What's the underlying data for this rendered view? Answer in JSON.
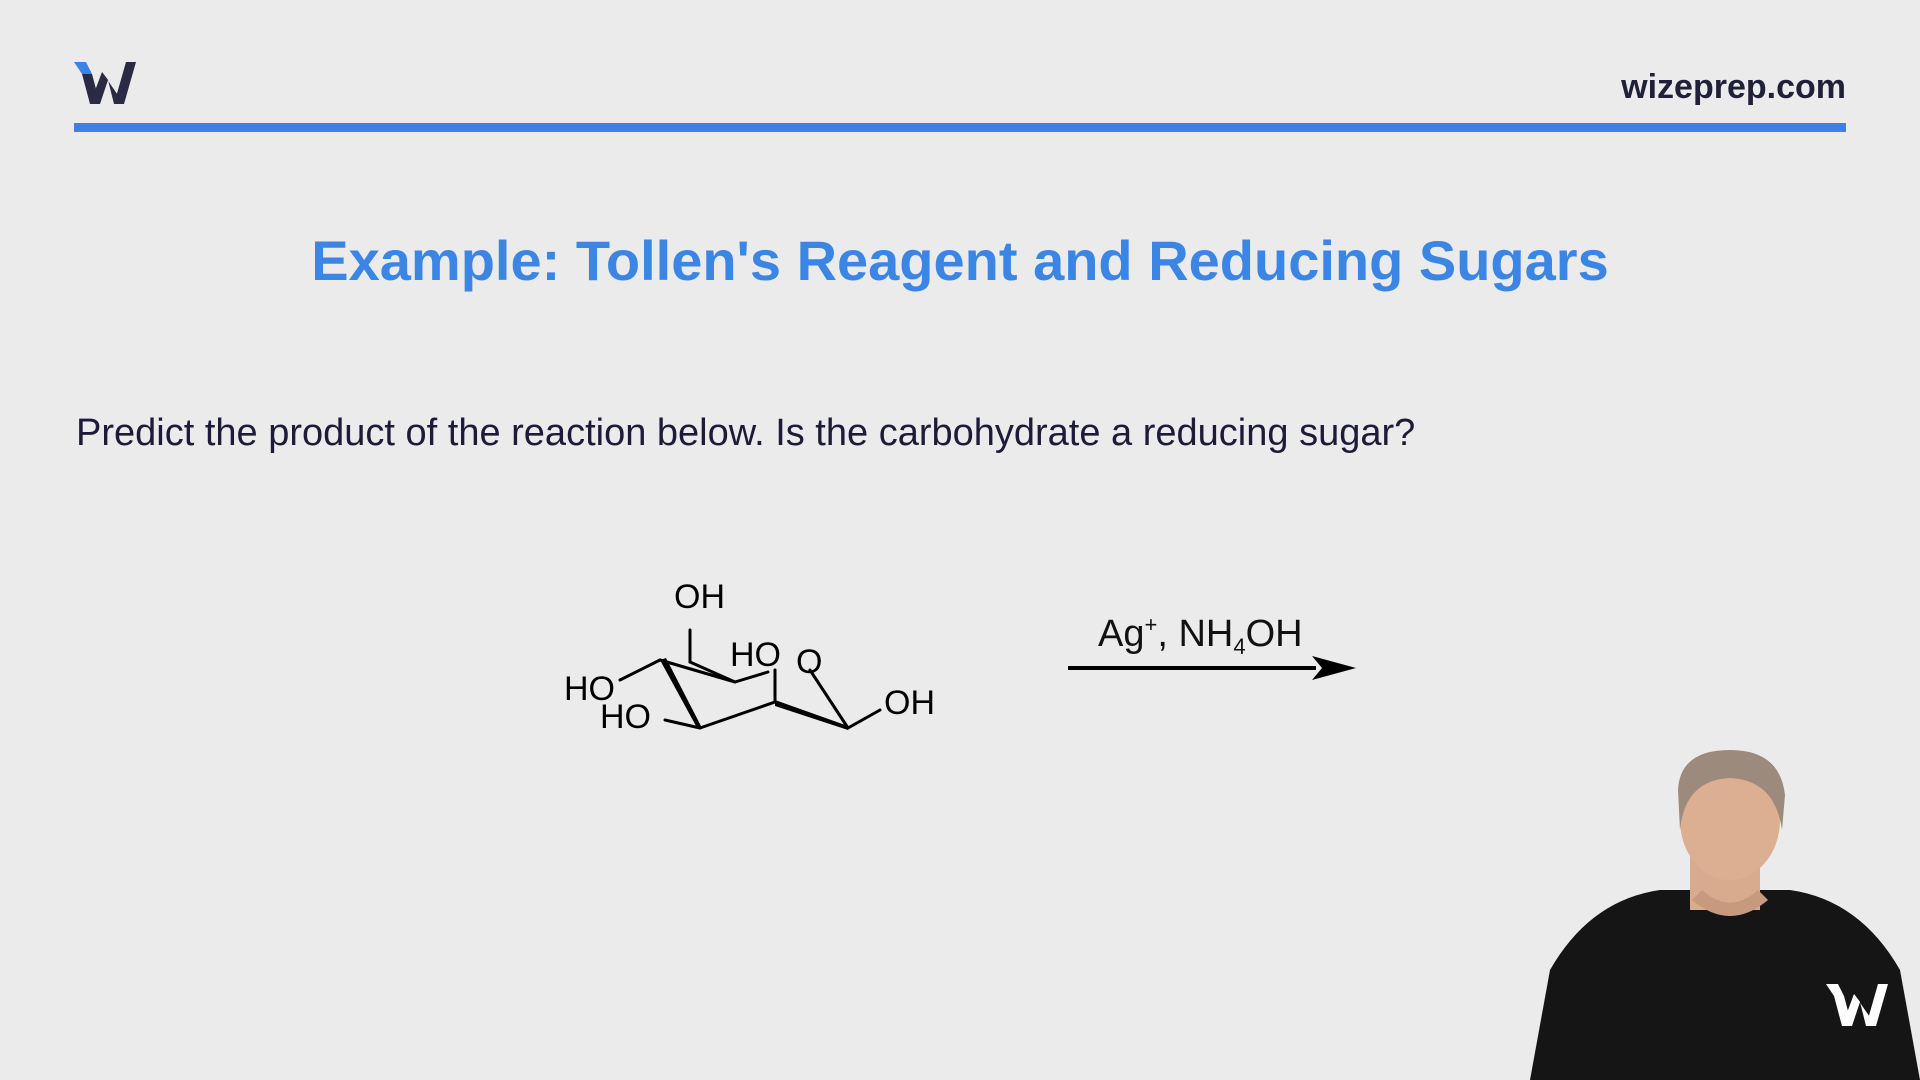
{
  "header": {
    "site_url": "wizeprep.com",
    "logo_icon": "wizeprep-logo-icon",
    "accent_color": "#3b82e6"
  },
  "slide": {
    "title": "Example: Tollen's Reagent and Reducing Sugars",
    "question": "Predict the product of the reaction below. Is the carbohydrate a reducing sugar?"
  },
  "molecule": {
    "labels": [
      "OH",
      "HO",
      "O",
      "HO",
      "HO",
      "OH"
    ]
  },
  "reaction": {
    "reagent_ag": "Ag",
    "reagent_charge": "+",
    "reagent_sep": ", NH",
    "reagent_sub": "4",
    "reagent_tail": "OH"
  },
  "presenter": {
    "shirt_logo_icon": "wizeprep-logo-icon"
  }
}
